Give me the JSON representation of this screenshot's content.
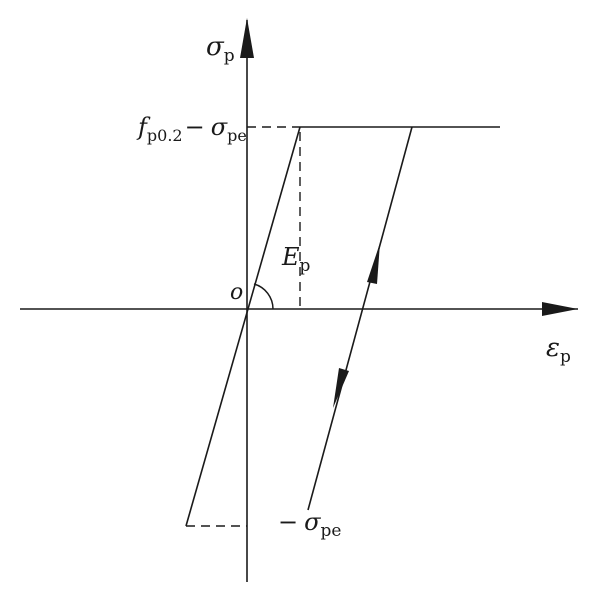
{
  "diagram": {
    "y_axis": {
      "symbol": "σ",
      "subscript": "p"
    },
    "x_axis": {
      "symbol": "ε",
      "subscript": "p"
    },
    "origin_label": "o",
    "upper_level": {
      "term1_symbol": "f",
      "term1_subscript": "p0.2",
      "minus": "−",
      "term2_symbol": "σ",
      "term2_subscript": "pe"
    },
    "lower_level": {
      "minus": "−",
      "symbol": "σ",
      "subscript": "pe"
    },
    "modulus_label": {
      "symbol": "E",
      "subscript": "p"
    },
    "line_color": "#1a1a1a"
  }
}
